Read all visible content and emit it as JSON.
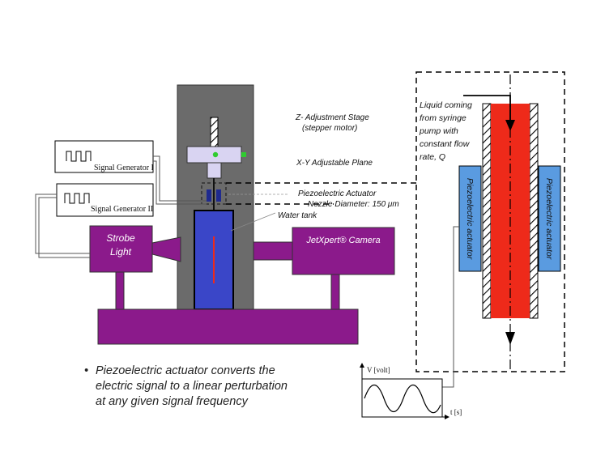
{
  "labels": {
    "z_stage": "Z- Adjustment Stage",
    "z_stage_sub": "(stepper motor)",
    "xy_plane": "X-Y Adjustable Plane",
    "piezo_actuator": "Piezoelectric Actuator",
    "nozzle_diameter": "Nozzle Diameter: 150 μm",
    "water_tank": "Water tank",
    "signal_gen_1": "Signal Generator I",
    "signal_gen_2": "Signal Generator II",
    "strobe_line1": "Strobe",
    "strobe_line2": "Light",
    "camera": "JetXpert® Camera",
    "liquid_line1": "Liquid coming",
    "liquid_line2": "from syringe",
    "liquid_line3": "pump with",
    "liquid_line4": "constant flow",
    "liquid_line5": "rate, Q",
    "piezo_left": "Piezoelectric actuator",
    "piezo_right": "Piezoelectric actuator",
    "y_axis": "V [volt]",
    "x_axis": "t [s]"
  },
  "bullet": {
    "symbol": "•",
    "line1": "Piezoelectric actuator converts the",
    "line2": "electric signal to a linear perturbation",
    "line3": "at any given signal frequency"
  },
  "colors": {
    "purple": "#8b1a8b",
    "tower": "#6b6b6b",
    "tank": "#3a46c8",
    "jet": "#ee2a1a",
    "piezo_blue": "#5a9be0",
    "lavender": "#d9d4f2"
  }
}
